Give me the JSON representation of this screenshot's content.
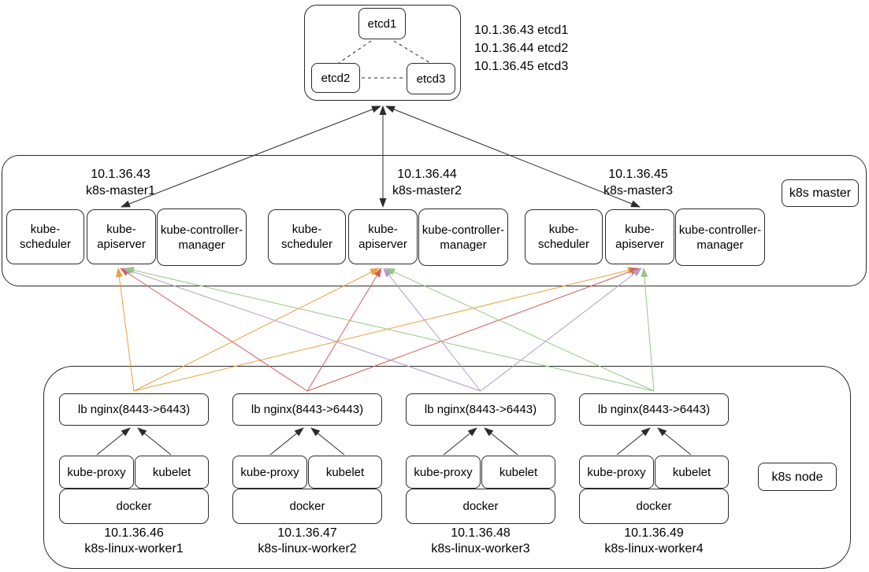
{
  "etcd": {
    "nodes": {
      "n1": "etcd1",
      "n2": "etcd2",
      "n3": "etcd3"
    },
    "legend": [
      "10.1.36.43 etcd1",
      "10.1.36.44 etcd2",
      "10.1.36.45 etcd3"
    ]
  },
  "master": {
    "badge": "k8s master",
    "groups": [
      {
        "ip": "10.1.36.43",
        "host": "k8s-master1",
        "scheduler": "kube-scheduler",
        "apiserver": "kube-apiserver",
        "controller": "kube-controller-manager"
      },
      {
        "ip": "10.1.36.44",
        "host": "k8s-master2",
        "scheduler": "kube-scheduler",
        "apiserver": "kube-apiserver",
        "controller": "kube-controller-manager"
      },
      {
        "ip": "10.1.36.45",
        "host": "k8s-master3",
        "scheduler": "kube-scheduler",
        "apiserver": "kube-apiserver",
        "controller": "kube-controller-manager"
      }
    ]
  },
  "node": {
    "badge": "k8s node",
    "workers": [
      {
        "lb": "lb nginx(8443->6443)",
        "proxy": "kube-proxy",
        "kubelet": "kubelet",
        "runtime": "docker",
        "ip": "10.1.36.46",
        "host": "k8s-linux-worker1",
        "color": "#E6A23C"
      },
      {
        "lb": "lb nginx(8443->6443)",
        "proxy": "kube-proxy",
        "kubelet": "kubelet",
        "runtime": "docker",
        "ip": "10.1.36.47",
        "host": "k8s-linux-worker2",
        "color": "#D4605C"
      },
      {
        "lb": "lb nginx(8443->6443)",
        "proxy": "kube-proxy",
        "kubelet": "kubelet",
        "runtime": "docker",
        "ip": "10.1.36.48",
        "host": "k8s-linux-worker3",
        "color": "#B29BCB"
      },
      {
        "lb": "lb nginx(8443->6443)",
        "proxy": "kube-proxy",
        "kubelet": "kubelet",
        "runtime": "docker",
        "ip": "10.1.36.49",
        "host": "k8s-linux-worker4",
        "color": "#97C784"
      }
    ]
  },
  "line_color": "#2b2b2b"
}
